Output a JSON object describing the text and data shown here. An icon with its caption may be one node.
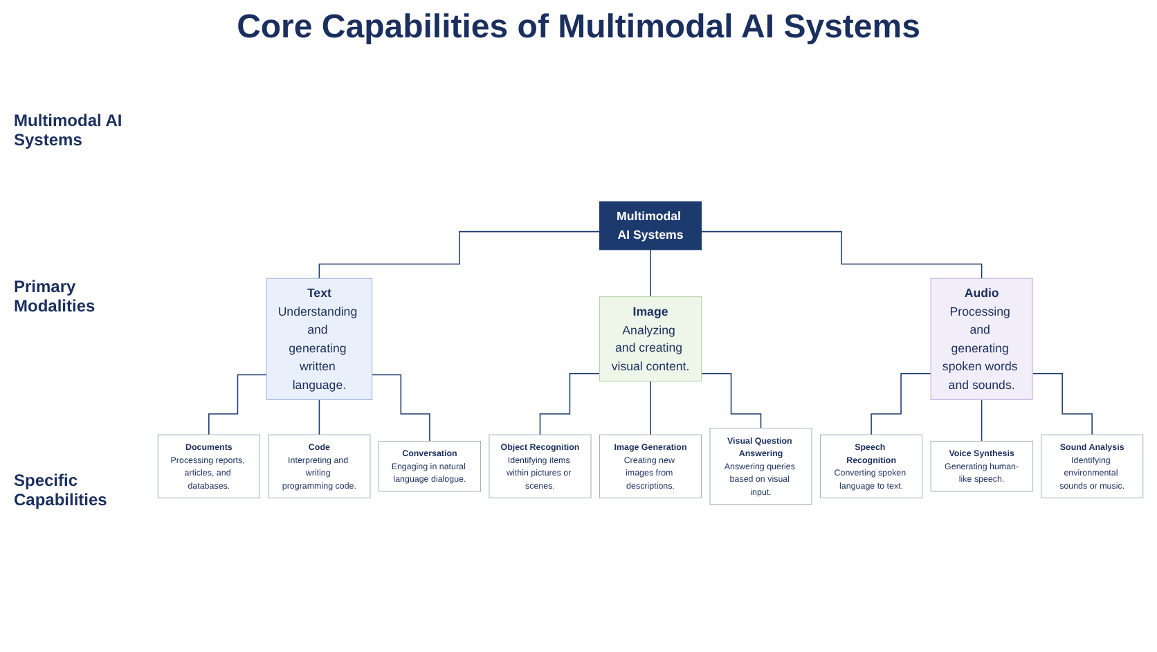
{
  "diagram": {
    "title": "Core Capabilities of Multimodal AI Systems",
    "nodes": [
      {
        "text": [
          "Multimodal AI Systems"
        ]
      },
      {
        "text": [
          "Text",
          "Understanding and generating written language."
        ]
      },
      {
        "text": [
          "Image",
          "Analyzing and creating visual content."
        ]
      },
      {
        "text": [
          "Audio",
          "Processing and generating spoken words and sounds."
        ]
      },
      {
        "text": [
          "Documents",
          "Processing reports, articles, and databases."
        ]
      },
      {
        "text": [
          "Code",
          "Interpreting and writing programming code."
        ]
      },
      {
        "text": [
          "Conversation",
          "Engaging in natural language dialogue."
        ]
      },
      {
        "text": [
          "Object Recognition",
          "Identifying items within pictures or scenes."
        ]
      },
      {
        "text": [
          "Image Generation",
          "Creating new images from descriptions."
        ]
      },
      {
        "text": [
          "Visual Question Answering",
          "Answering queries based on visual input."
        ]
      },
      {
        "text": [
          "Speech Recognition",
          "Converting spoken language to text."
        ]
      },
      {
        "text": [
          "Voice Synthesis",
          "Generating human-like speech."
        ]
      },
      {
        "text": [
          "Sound Analysis",
          "Identifying environmental sounds or music."
        ]
      }
    ],
    "edges": [
      {
        "from": 0,
        "to": 1,
        "arrow": "none"
      },
      {
        "from": 0,
        "to": 2,
        "arrow": "none"
      },
      {
        "from": 0,
        "to": 3,
        "arrow": "none"
      },
      {
        "from": 1,
        "to": 4,
        "arrow": "none"
      },
      {
        "from": 1,
        "to": 5,
        "arrow": "none"
      },
      {
        "from": 1,
        "to": 6,
        "arrow": "none"
      },
      {
        "from": 2,
        "to": 7,
        "arrow": "none"
      },
      {
        "from": 2,
        "to": 8,
        "arrow": "none"
      },
      {
        "from": 2,
        "to": 9,
        "arrow": "none"
      },
      {
        "from": 3,
        "to": 10,
        "arrow": "none"
      },
      {
        "from": 3,
        "to": 11,
        "arrow": "none"
      },
      {
        "from": 3,
        "to": 12,
        "arrow": "none"
      }
    ],
    "labels": [
      "Multimodal AI Systems",
      "Primary Modalities",
      "Specific Capabilities"
    ]
  }
}
